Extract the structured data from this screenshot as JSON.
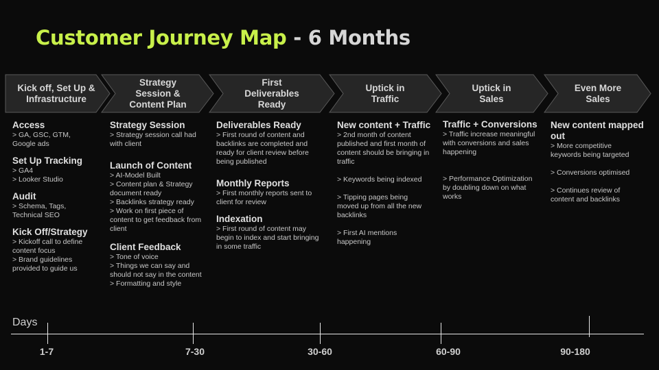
{
  "title": {
    "accent": "Customer Journey Map",
    "rest": " - 6 Months"
  },
  "colors": {
    "accent": "#c8f04a",
    "background": "#0b0b0b",
    "chevron_fill": "#262626",
    "chevron_stroke": "#5a5a5a"
  },
  "stages": [
    {
      "label": "Kick off, Set Up &\nInfrastructure"
    },
    {
      "label": "Strategy\nSession &\nContent Plan"
    },
    {
      "label": "First\nDeliverables\nReady"
    },
    {
      "label": "Uptick in\nTraffic"
    },
    {
      "label": "Uptick in\nSales"
    },
    {
      "label": "Even More\nSales"
    }
  ],
  "columns": [
    {
      "sections": [
        {
          "heading": "Access",
          "body": "> GA, GSC, GTM,\nGoogle ads"
        },
        {
          "heading": "Set Up Tracking",
          "body": "> GA4\n> Looker Studio"
        },
        {
          "heading": "Audit",
          "body": "> Schema, Tags,\nTechnical SEO"
        },
        {
          "heading": "Kick Off/Strategy",
          "body": "> Kickoff call to define\ncontent focus\n> Brand guidelines\nprovided to guide us"
        }
      ]
    },
    {
      "sections": [
        {
          "heading": "Strategy Session",
          "body": "> Strategy session call had\nwith client"
        },
        {
          "heading": "Launch of Content",
          "body": "> AI-Model Built\n> Content plan & Strategy\ndocument ready\n> Backlinks strategy ready\n> Work on first piece of\ncontent to get feedback from\nclient"
        },
        {
          "heading": "Client Feedback",
          "body": "> Tone of voice\n> Things we can say and\nshould not say in the content\n> Formatting and style"
        }
      ]
    },
    {
      "sections": [
        {
          "heading": "Deliverables Ready",
          "body": "> First round of content and\nbacklinks are completed and\nready for client review before\nbeing published"
        },
        {
          "heading": "Monthly Reports",
          "body": "> First monthly reports sent to\nclient for review"
        },
        {
          "heading": "Indexation",
          "body": "> First round of content may\nbegin to index and start bringing\nin some traffic"
        }
      ]
    },
    {
      "sections": [
        {
          "heading": "New content + Traffic",
          "body": "> 2nd month of content\npublished and first month of\ncontent should be bringing in\ntraffic\n\n> Keywords being indexed\n\n> Tipping pages being\nmoved up from all the new\nbacklinks\n\n> First AI mentions\nhappening"
        }
      ]
    },
    {
      "sections": [
        {
          "heading": "Traffic + Conversions",
          "body": "> Traffic increase meaningful\nwith conversions and sales\nhappening\n\n\n> Performance Optimization\nby doubling down on what\nworks"
        }
      ]
    },
    {
      "sections": [
        {
          "heading": "New content mapped\nout",
          "body": "> More competitive\nkeywords being targeted\n\n> Conversions optimised\n\n> Continues review of\ncontent and backlinks"
        }
      ]
    }
  ],
  "timeline": {
    "label": "Days",
    "ticks": [
      {
        "label": "1-7"
      },
      {
        "label": "7-30"
      },
      {
        "label": "30-60"
      },
      {
        "label": "60-90"
      },
      {
        "label": "90-180"
      }
    ]
  }
}
